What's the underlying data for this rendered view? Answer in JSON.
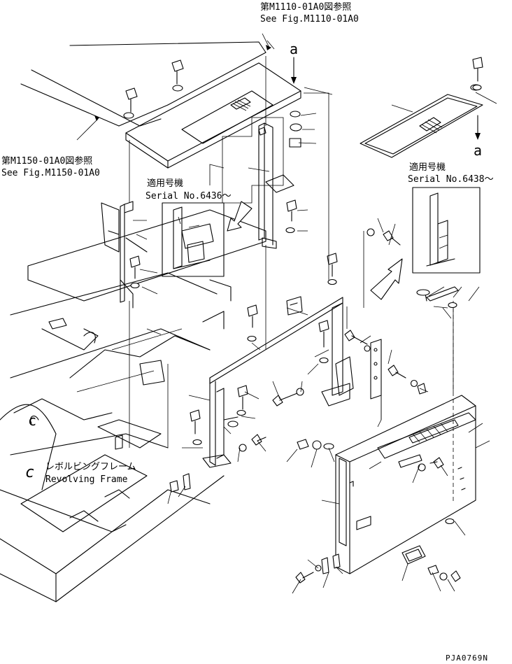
{
  "references": {
    "top_jp": "第M1110-01A0図参照",
    "top_en": "See Fig.M1110-01A0",
    "left_jp": "第M1150-01A0図参照",
    "left_en": "See Fig.M1150-01A0"
  },
  "serial_notes": [
    {
      "jp": "適用号機",
      "en": "Serial No.6436～"
    },
    {
      "jp": "適用号機",
      "en": "Serial No.6438～"
    }
  ],
  "markers": {
    "a_top": "a",
    "a_right": "a",
    "c_left": "c",
    "c_label": "c"
  },
  "frame_label": {
    "jp": "レボルビングフレーム",
    "en": "Revolving Frame"
  },
  "drawing_code": "PJA0769N"
}
